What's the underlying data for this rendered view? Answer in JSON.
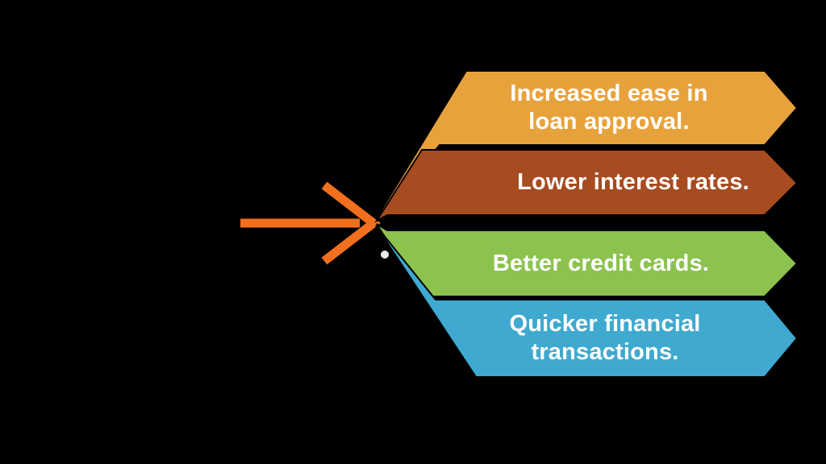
{
  "diagram": {
    "background_color": "#000000",
    "text_color": "#FFFFFF",
    "arrow": {
      "color": "#F2701D"
    },
    "dot": {
      "color": "#ECECEC"
    },
    "banners": [
      {
        "color": "#E8A23C",
        "lines": [
          "Increased ease in",
          "loan approval."
        ]
      },
      {
        "color": "#A74B20",
        "lines": [
          "Lower interest rates."
        ]
      },
      {
        "color": "#8CC24E",
        "lines": [
          "Better credit cards."
        ]
      },
      {
        "color": "#3FA9D0",
        "lines": [
          "Quicker financial",
          "transactions."
        ]
      }
    ]
  }
}
